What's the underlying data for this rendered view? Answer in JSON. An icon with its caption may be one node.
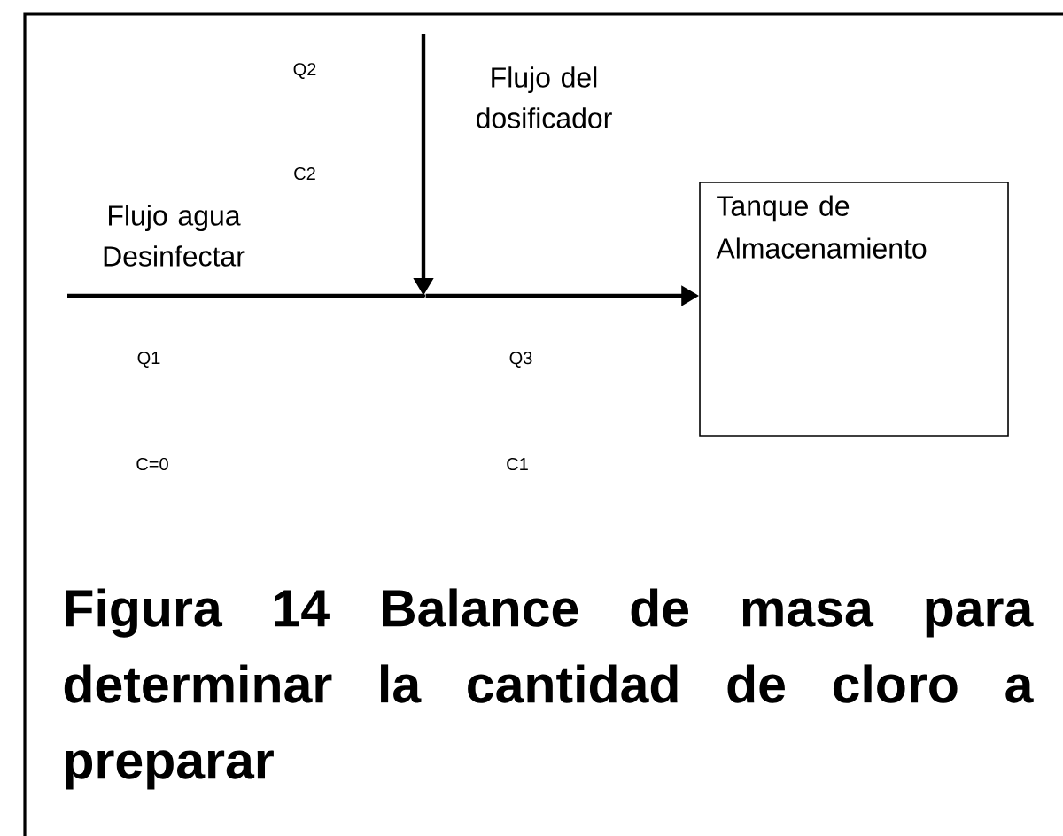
{
  "diagram": {
    "caption": "Figura 14 Balance de masa para determinar la cantidad de cloro a preparar",
    "nodes": [
      {
        "text": [
          "Tanque de Almacenamiento"
        ]
      },
      {
        "text": [],
        "shape": "point"
      }
    ],
    "edges": [
      {
        "from": null,
        "to": 1,
        "arrow": "none",
        "label": "Flujo agua Desinfectar"
      },
      {
        "from": null,
        "to": 1,
        "arrow": "to",
        "label": "Flujo del dosificador"
      },
      {
        "from": 1,
        "to": 0,
        "arrow": "to"
      }
    ],
    "labels": [
      "Q2",
      "C2",
      "Q1",
      "C=0",
      "Q3",
      "C1"
    ]
  }
}
